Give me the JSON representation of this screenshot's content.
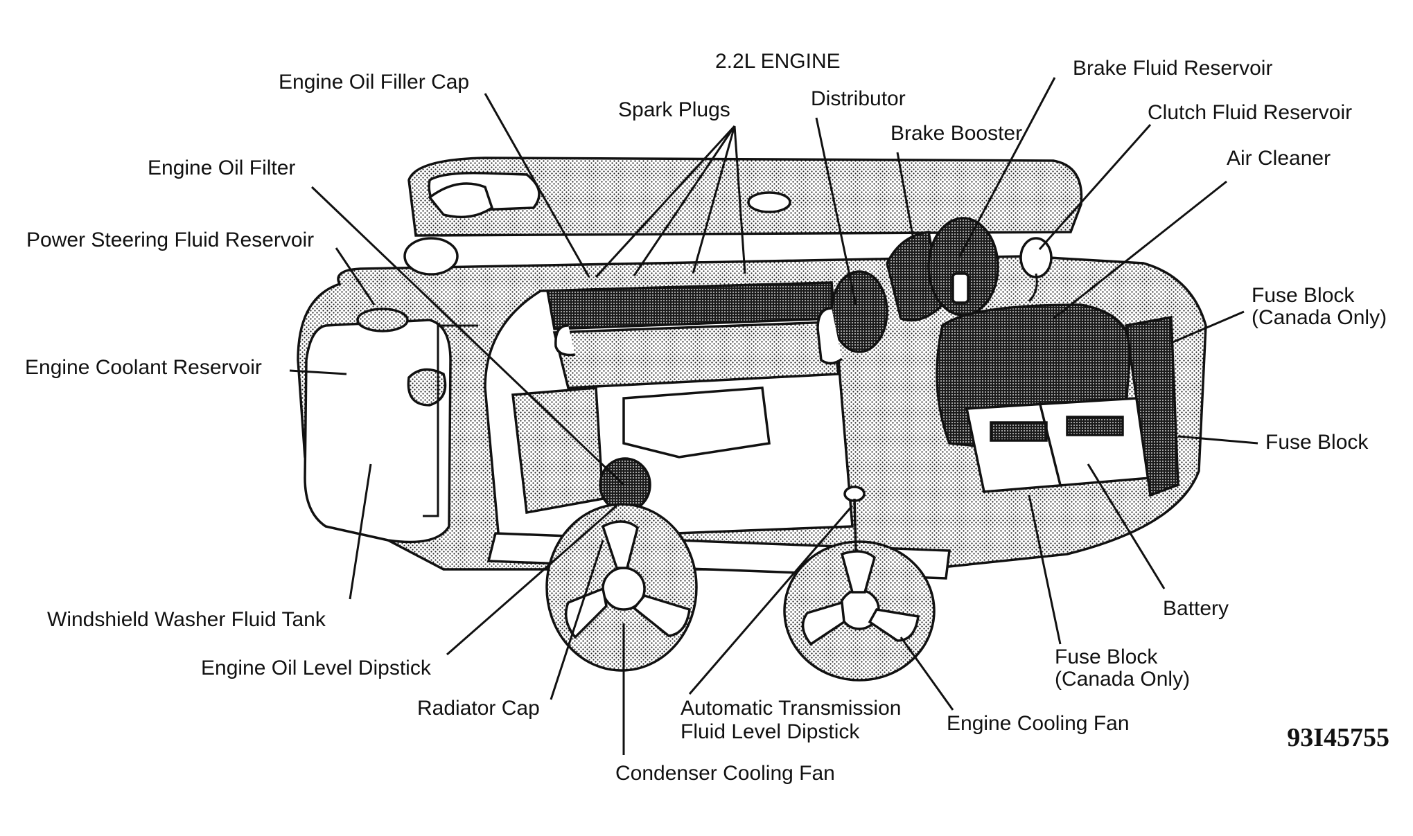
{
  "diagram": {
    "title": "2.2L ENGINE",
    "reference": "93I45755",
    "labels": {
      "engine_oil_filler_cap": "Engine Oil Filler Cap",
      "spark_plugs": "Spark Plugs",
      "distributor": "Distributor",
      "brake_fluid_reservoir": "Brake Fluid Reservoir",
      "clutch_fluid_reservoir": "Clutch Fluid Reservoir",
      "brake_booster": "Brake Booster",
      "air_cleaner": "Air Cleaner",
      "engine_oil_filter": "Engine Oil Filter",
      "power_steering_fluid_reservoir": "Power Steering Fluid Reservoir",
      "engine_coolant_reservoir": "Engine Coolant Reservoir",
      "fuse_block_canada_top_line1": "Fuse Block",
      "fuse_block_canada_top_line2": "(Canada Only)",
      "fuse_block": "Fuse Block",
      "battery": "Battery",
      "fuse_block_canada_bottom_line1": "Fuse Block",
      "fuse_block_canada_bottom_line2": "(Canada Only)",
      "windshield_washer_fluid_tank": "Windshield Washer Fluid Tank",
      "engine_oil_level_dipstick": "Engine Oil Level Dipstick",
      "radiator_cap": "Radiator Cap",
      "automatic_transmission_line1": "Automatic Transmission",
      "automatic_transmission_line2": "Fluid Level Dipstick",
      "engine_cooling_fan": "Engine Cooling Fan",
      "condenser_cooling_fan": "Condenser Cooling Fan"
    }
  }
}
